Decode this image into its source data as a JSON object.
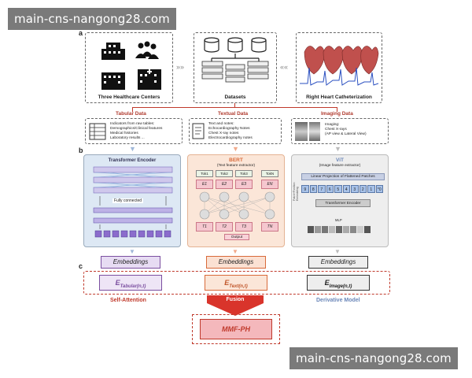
{
  "watermark": {
    "text": "main-cns-nangong28.com"
  },
  "panel_a": {
    "letter": "a",
    "centers_label": "Three Healthcare Centers",
    "datasets_label": "Datasets",
    "rhc_label": "Right Heart Catheterization",
    "tabular": {
      "title": "Tabular Data",
      "lines": [
        "Indicators from raw tables:",
        "Demographics/Clinical features",
        "Medical histories",
        "Laboratory results ..."
      ]
    },
    "textual": {
      "title": "Textual Data",
      "lines": [
        "Text and notes:",
        "Echocardiography Notes",
        "Chest X-ray notes",
        "Electrocardiography notes"
      ]
    },
    "imaging": {
      "title": "Imaging Data",
      "lines": [
        "Imaging:",
        "Chest X-rays",
        "(AP view & Lateral View)"
      ]
    }
  },
  "panel_b": {
    "letter": "b",
    "transformer": {
      "title": "Transformer Encoder",
      "fc_label": "Fully connected"
    },
    "bert": {
      "title": "BERT",
      "subtitle": "(Text feature extractor)",
      "tokens": [
        "Tok1",
        "Tok2",
        "Tok3",
        "TokN"
      ],
      "embeddings": [
        "E1",
        "E2",
        "E3",
        "EN"
      ],
      "outputs": [
        "T1",
        "T2",
        "T3",
        "TN"
      ],
      "output_label": "Output"
    },
    "vit": {
      "title": "ViT",
      "subtitle": "(Image feature extractor)",
      "side_label": "Patch+Position Embedding",
      "linear_label": "Linear Projection of Flattened Patches",
      "patch_numbers": [
        "9",
        "8",
        "7",
        "6",
        "5",
        "4",
        "3",
        "2",
        "1",
        "*0"
      ],
      "encoder_label": "Transformer Encoder",
      "mlp_label": "MLP"
    },
    "embeddings_label": "Embeddings"
  },
  "panel_c": {
    "letter": "c",
    "e_tabular": {
      "main": "E",
      "sub": "Tabular(n,t)"
    },
    "e_text": {
      "main": "E",
      "sub": "Text(n,t)"
    },
    "e_image": {
      "main": "E",
      "sub": "Image(n,t)"
    },
    "self_attention": "Self-Attention",
    "fusion": "Fusion",
    "derivative": "Derivative Model",
    "mmf": "MMF-PH"
  },
  "colors": {
    "tabular": "#7b4fa0",
    "text": "#d86a3a",
    "image": "#333333",
    "red": "#c0392b",
    "derivative": "#6a86b8"
  }
}
